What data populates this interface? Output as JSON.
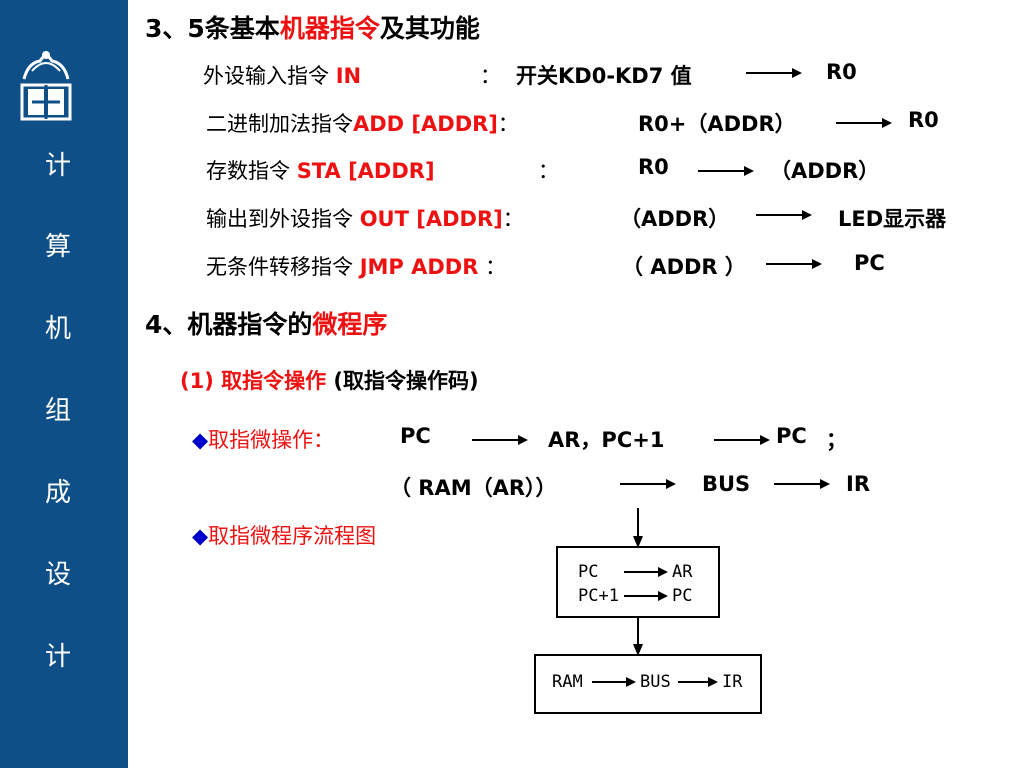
{
  "sidebar": {
    "vertical_chars": [
      "计",
      "算",
      "机",
      "组",
      "成",
      "设",
      "计"
    ]
  },
  "section3": {
    "num": "3、5",
    "prefix": "条基本",
    "highlight": "机器指令",
    "suffix": "及其功能"
  },
  "instructions": [
    {
      "name": "外设输入指令 ",
      "code": "IN",
      "sep": "：",
      "from": "开关KD0-KD7  值",
      "to": "R0"
    },
    {
      "name": "二进制加法指令",
      "code": "ADD  [ADDR]",
      "sep": "：",
      "from": "R0+（ADDR）",
      "to": "R0"
    },
    {
      "name": "存数指令  ",
      "code": "STA [ADDR]",
      "sep": "：",
      "from": "R0",
      "to": "（ADDR）"
    },
    {
      "name": "输出到外设指令 ",
      "code": "OUT [ADDR]",
      "sep": "：",
      "from": "（ADDR）",
      "to": "LED显示器"
    },
    {
      "name": "无条件转移指令 ",
      "code": "JMP  ADDR",
      "sep": " ：",
      "from": "（ ADDR ）",
      "to": "PC"
    }
  ],
  "section4": {
    "num": "4、",
    "prefix": "机器指令的",
    "highlight": "微程序"
  },
  "sub1": {
    "label": "(1) 取指令操作",
    "paren": " (取指令操作码)"
  },
  "fetch_micro": {
    "bullet": "◆",
    "label": "取指微操作：",
    "pc": "PC",
    "ar_pc1": "AR，PC+1",
    "pc_dest": "PC",
    "semicolon": "；",
    "ram_ar": "（ RAM（AR））",
    "bus": "BUS",
    "ir": "IR"
  },
  "flowchart_title": {
    "bullet": "◆",
    "label": "取指微程序流程图"
  },
  "flowchart": {
    "box1": {
      "l1a": "PC",
      "l1b": "AR",
      "l2a": "PC+1",
      "l2b": "PC"
    },
    "box2": {
      "a": "RAM",
      "b": "BUS",
      "c": "IR"
    }
  }
}
